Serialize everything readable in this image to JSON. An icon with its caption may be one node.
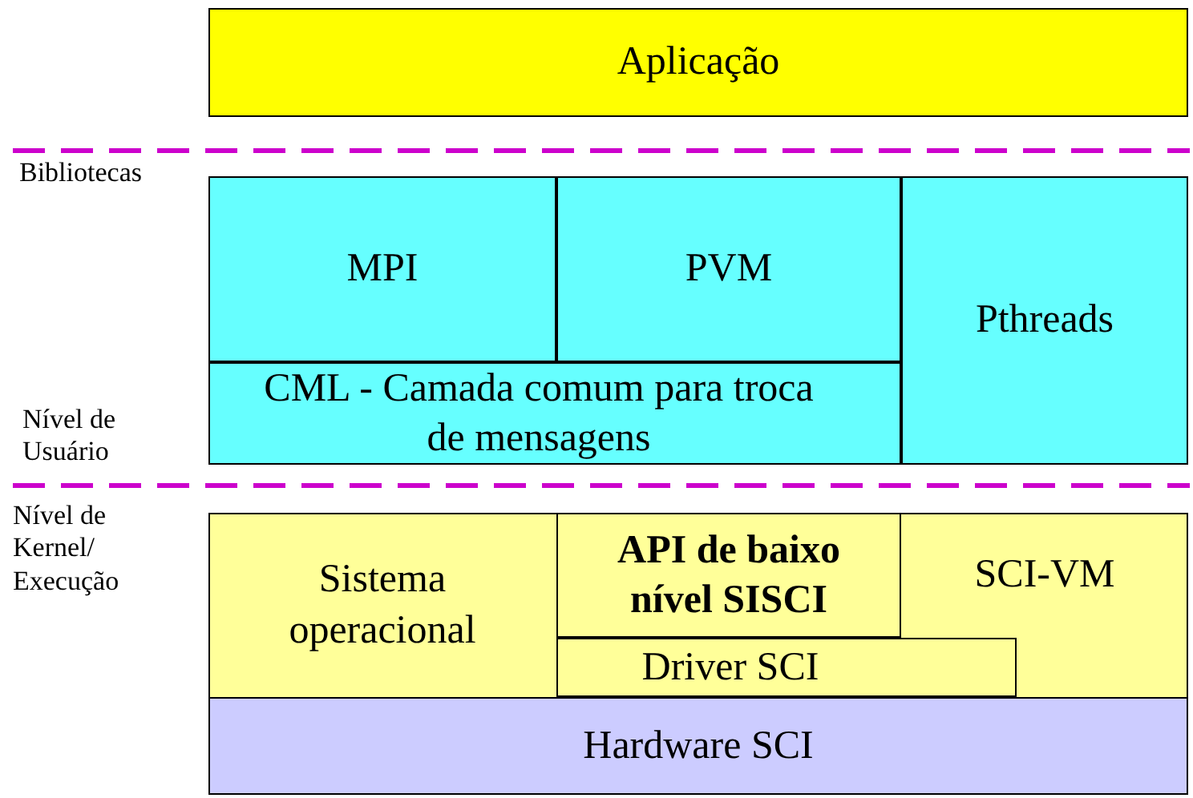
{
  "diagram": {
    "nodes": [
      {
        "text": [
          "Aplicação"
        ]
      },
      {
        "text": [
          "MPI"
        ]
      },
      {
        "text": [
          "PVM"
        ]
      },
      {
        "text": [
          "CML - Camada comum para troca de mensagens"
        ]
      },
      {
        "text": [
          "Pthreads"
        ]
      },
      {
        "text": [
          "Sistema operacional"
        ]
      },
      {
        "text": [
          "API de baixo nível SISCI"
        ]
      },
      {
        "text": [
          "Driver SCI"
        ]
      },
      {
        "text": [
          "SCI-VM"
        ]
      },
      {
        "text": [
          "Hardware SCI"
        ]
      }
    ],
    "labels": [
      "Bibliotecas",
      "Nível de Usuário",
      "Nível de Kernel/ Execução"
    ]
  }
}
